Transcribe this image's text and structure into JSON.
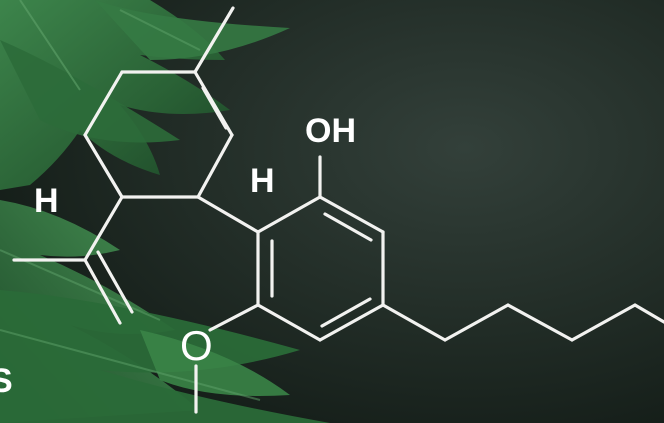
{
  "image": {
    "background_color": "#1a2620",
    "leaf_color": "#2f6a3c",
    "line_color": "#f2f2f0"
  },
  "structure": {
    "labels": {
      "hydroxyl": "OH",
      "hydrogen_left": "H",
      "hydrogen_right": "H",
      "ether_oxygen": "O",
      "edge_fragment": "S"
    }
  }
}
